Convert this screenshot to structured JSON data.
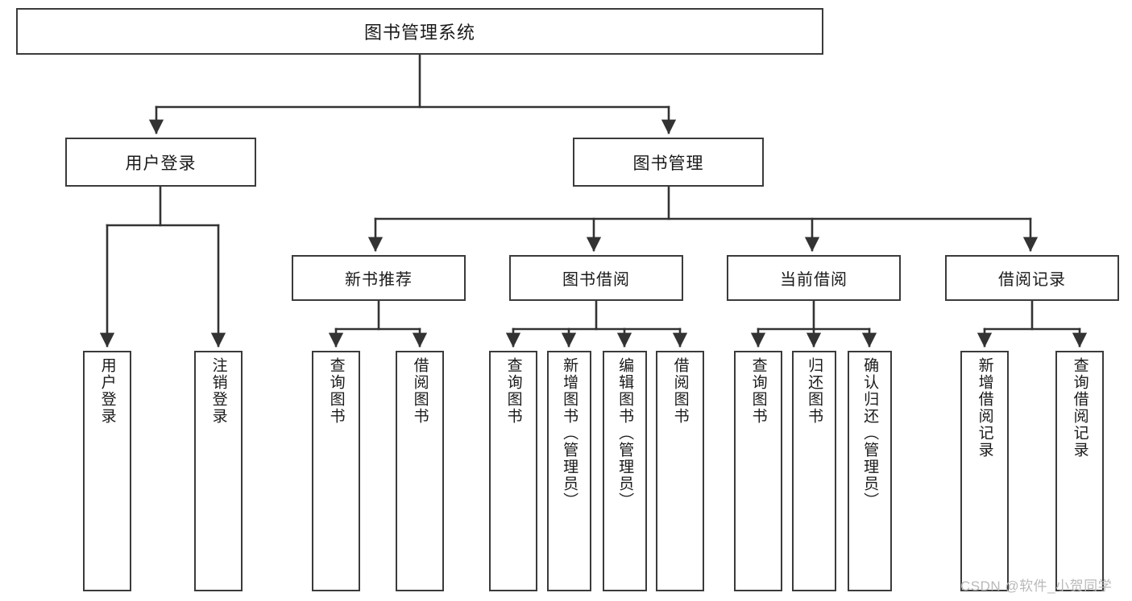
{
  "diagram": {
    "title": "图书管理系统",
    "type": "functional-structure-tree",
    "watermark": "CSDN @软件_小贺同学",
    "colors": {
      "box_border": "#3b3b3b",
      "box_fill": "#ffffff",
      "connector": "#333333",
      "text": "#1a1a1a",
      "watermark": "#b9b9b9"
    },
    "root": {
      "label": "图书管理系统"
    },
    "level1": [
      {
        "id": "user-login",
        "label": "用户登录"
      },
      {
        "id": "book-management",
        "label": "图书管理"
      }
    ],
    "level2": [
      {
        "id": "new-book-recommend",
        "label": "新书推荐",
        "parent": "book-management"
      },
      {
        "id": "book-borrow",
        "label": "图书借阅",
        "parent": "book-management"
      },
      {
        "id": "current-borrow",
        "label": "当前借阅",
        "parent": "book-management"
      },
      {
        "id": "borrow-record",
        "label": "借阅记录",
        "parent": "book-management"
      }
    ],
    "leaves": [
      {
        "id": "leaf-user-login",
        "label": "用户登录",
        "parent": "user-login"
      },
      {
        "id": "leaf-logout",
        "label": "注销登录",
        "parent": "user-login"
      },
      {
        "id": "leaf-query-book-1",
        "label": "查询图书",
        "parent": "new-book-recommend"
      },
      {
        "id": "leaf-borrow-book-1",
        "label": "借阅图书",
        "parent": "new-book-recommend"
      },
      {
        "id": "leaf-query-book-2",
        "label": "查询图书",
        "parent": "book-borrow"
      },
      {
        "id": "leaf-add-book",
        "label": "新增图书（管理员）",
        "parent": "book-borrow"
      },
      {
        "id": "leaf-edit-book",
        "label": "编辑图书（管理员）",
        "parent": "book-borrow"
      },
      {
        "id": "leaf-borrow-book-2",
        "label": "借阅图书",
        "parent": "book-borrow"
      },
      {
        "id": "leaf-query-book-3",
        "label": "查询图书",
        "parent": "current-borrow"
      },
      {
        "id": "leaf-return-book",
        "label": "归还图书",
        "parent": "current-borrow"
      },
      {
        "id": "leaf-confirm-return",
        "label": "确认归还（管理员）",
        "parent": "current-borrow"
      },
      {
        "id": "leaf-add-record",
        "label": "新增借阅记录",
        "parent": "borrow-record"
      },
      {
        "id": "leaf-query-record",
        "label": "查询借阅记录",
        "parent": "borrow-record"
      }
    ]
  }
}
